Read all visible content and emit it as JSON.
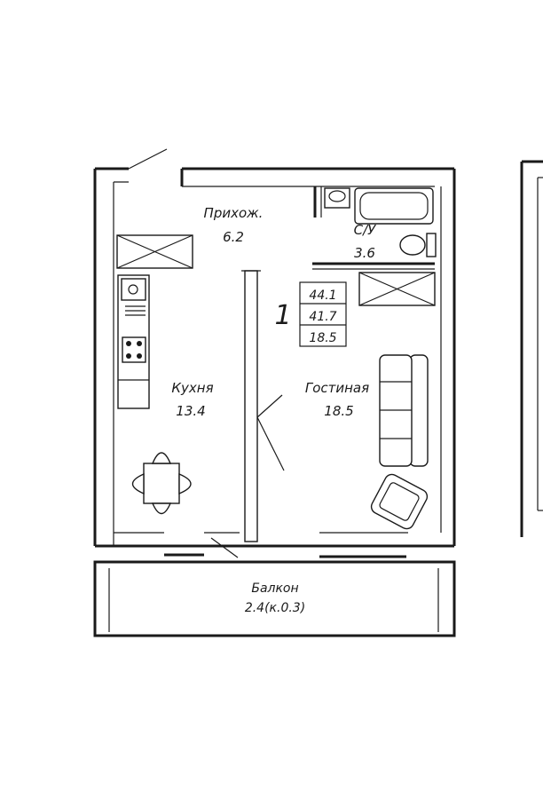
{
  "rooms": {
    "hallway": {
      "name": "Прихож.",
      "area": "6.2"
    },
    "bathroom": {
      "name": "С/У",
      "area": "3.6"
    },
    "kitchen": {
      "name": "Кухня",
      "area": "13.4"
    },
    "living": {
      "name": "Гостиная",
      "area": "18.5"
    },
    "balcony": {
      "name": "Балкон",
      "area": "2.4(к.0.3)"
    }
  },
  "apartment": {
    "number": "1",
    "total_area": "44.1",
    "living_space": "41.7",
    "residential_area": "18.5"
  },
  "colors": {
    "line": "#1a1a1a",
    "background": "#ffffff"
  }
}
